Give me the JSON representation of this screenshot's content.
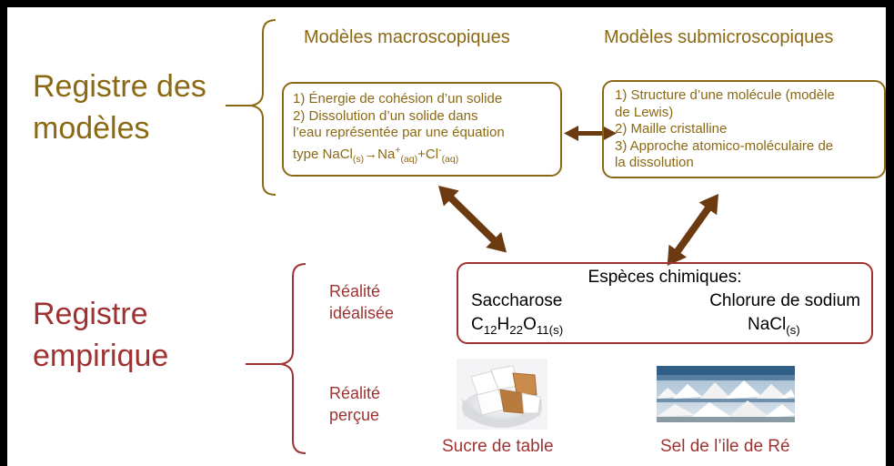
{
  "register_models": {
    "title_line1": "Registre des",
    "title_line2": "modèles",
    "macro_heading": "Modèles macroscopiques",
    "submicro_heading": "Modèles submicroscopiques",
    "macro_box": {
      "line1": "1) Énergie de cohésion d’un solide",
      "line2": "2) Dissolution d’un solide dans",
      "line3": "l’eau représentée par une équation",
      "eq_prefix": "type NaCl",
      "eq_sub1": "(s)",
      "eq_arrow": "→Na",
      "eq_sup1": "+",
      "eq_sub2": "(aq)",
      "eq_plus": "+Cl",
      "eq_sup2": "-",
      "eq_sub3": "(aq)"
    },
    "submicro_box": {
      "line1": "1) Structure d’une molécule (modèle",
      "line2": "de Lewis)",
      "line3": "2) Maille cristalline",
      "line4": "3) Approche atomico-moléculaire de",
      "line5": "la dissolution"
    }
  },
  "register_empirical": {
    "title_line1": "Registre",
    "title_line2": "empirique",
    "idealized_line1": "Réalité",
    "idealized_line2": "idéalisée",
    "perceived_line1": "Réalité",
    "perceived_line2": "perçue",
    "species_box": {
      "heading": "Espèces chimiques:",
      "sucrose_name": "Saccharose",
      "sodium_name": "Chlorure de sodium",
      "sucrose_formula": {
        "c": "C",
        "c_n": "12",
        "h": "H",
        "h_n": "22",
        "o": "O",
        "o_n": "11(s)"
      },
      "nacl_formula": {
        "base": "NaCl",
        "state": "(s)"
      }
    },
    "sugar_caption": "Sucre de table",
    "salt_caption": "Sel de l’ile de Ré"
  },
  "colors": {
    "models": "#8b6914",
    "empirical": "#9e3232",
    "arrow": "#6b3a10"
  }
}
